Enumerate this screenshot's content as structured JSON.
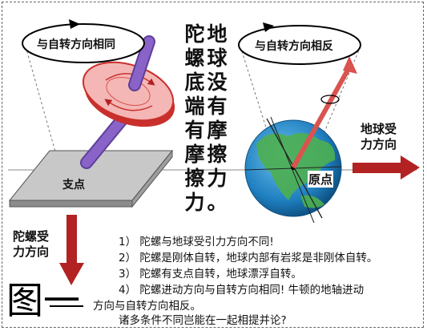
{
  "left_ellipse_label": "与自转方向相同",
  "right_ellipse_label": "与自转方向相反",
  "vertical_text_col1": "陀螺底端有摩擦力",
  "vertical_text_col2": "地球没有摩擦力。",
  "pivot_label": "支点",
  "origin_label": "原点",
  "earth_force_label": [
    "地球受",
    "力方向"
  ],
  "top_force_label": [
    "陀螺受",
    "力方向"
  ],
  "notes": [
    "1） 陀螺与地球受引力方向不同!",
    "2） 陀螺是刚体自转，地球内部有岩浆是非刚体自转。",
    "3） 陀螺有支点自转，地球漂浮自转。",
    "4） 陀螺进动方向与自转方向相同! 牛顿的地轴进动",
    "方向与自转方向相反。",
    "诸多条件不同岂能在一起相提并论?"
  ],
  "figure_label": "图一",
  "colors": {
    "top_disk": "#d9534f",
    "top_disk_face": "#f4b7b5",
    "axle": "#8a63c9",
    "force_arrow": "#b22222",
    "ocean": "#1f7fbf",
    "land": "#4caf50",
    "plate": "#bdbdbd"
  }
}
